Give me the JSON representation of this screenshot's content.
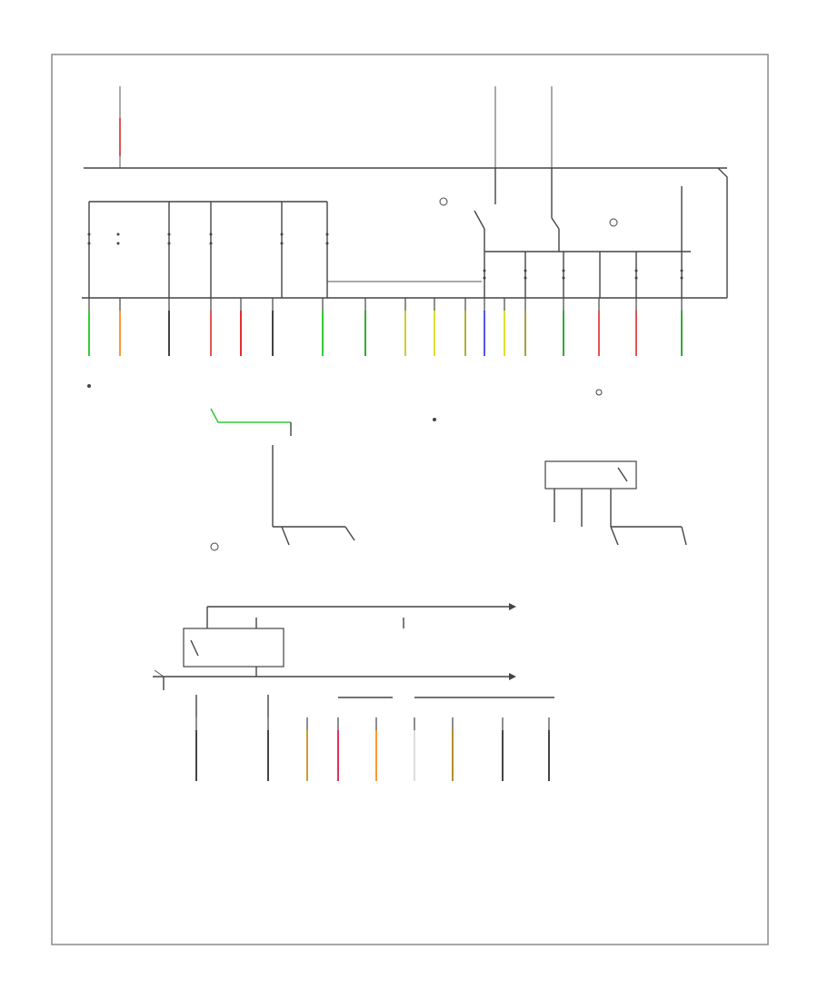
{
  "diagram": {
    "border_color": "#8a8a8a",
    "wire_color": "#444444",
    "footer_code": "",
    "top_sources": [
      {
        "id": "src-left",
        "label": ""
      },
      {
        "id": "src-mid",
        "label": ""
      },
      {
        "id": "src-right",
        "label": ""
      }
    ],
    "fuse_block_label": "",
    "lower_fuse_block_label": "",
    "upper_outputs": [
      {
        "color": "#33cc33",
        "label": ""
      },
      {
        "color": "#ff9933",
        "label": ""
      },
      {
        "color": "#444444",
        "label": ""
      },
      {
        "color": "#e05555",
        "label": ""
      },
      {
        "color": "#e03030",
        "label": ""
      },
      {
        "color": "#444444",
        "label": ""
      },
      {
        "color": "#33cc33",
        "label": ""
      },
      {
        "color": "#33aa33",
        "label": ""
      },
      {
        "color": "#cccc33",
        "label": ""
      },
      {
        "color": "#dddd33",
        "label": ""
      },
      {
        "color": "#b0b033",
        "label": ""
      },
      {
        "color": "#5555ee",
        "label": ""
      },
      {
        "color": "#dddd33",
        "label": ""
      },
      {
        "color": "#a8a040",
        "label": ""
      },
      {
        "color": "#33aa33",
        "label": ""
      },
      {
        "color": "#e05555",
        "label": ""
      },
      {
        "color": "#e05555",
        "label": ""
      },
      {
        "color": "#33aa33",
        "label": ""
      }
    ],
    "lower_outputs": [
      {
        "color": "#444444",
        "label": ""
      },
      {
        "color": "#444444",
        "label": ""
      },
      {
        "color": "#c8a030",
        "label": ""
      },
      {
        "color": "#e03060",
        "label": ""
      },
      {
        "color": "#ff9933",
        "label": ""
      },
      {
        "color": "#dddddd",
        "label": ""
      },
      {
        "color": "#b09030",
        "label": ""
      },
      {
        "color": "#444444",
        "label": ""
      },
      {
        "color": "#444444",
        "label": ""
      }
    ]
  }
}
